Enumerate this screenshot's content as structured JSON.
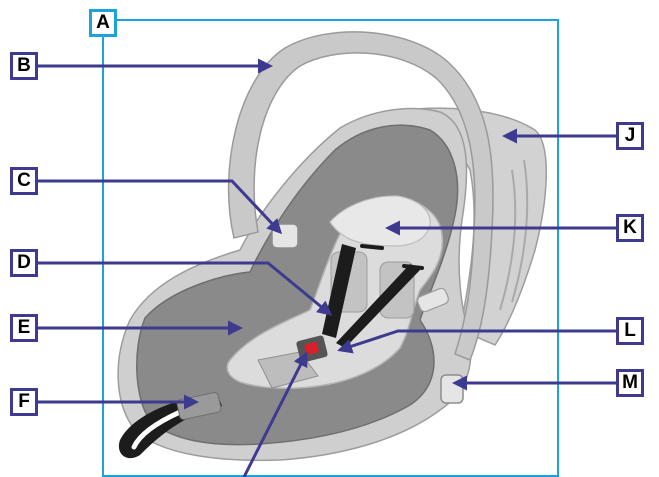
{
  "colors": {
    "leader_line": "#3d3a8f",
    "selection": "#1aa3dd",
    "shell": "#cdcdcd",
    "shell_dark": "#9d9d9d",
    "cushion": "#8a8a8a",
    "liner": "#dcdcdc",
    "strap": "#1c1c1c",
    "buckle_red": "#d6202c"
  },
  "labels": [
    {
      "id": "A",
      "text": "A"
    },
    {
      "id": "B",
      "text": "B"
    },
    {
      "id": "C",
      "text": "C"
    },
    {
      "id": "D",
      "text": "D"
    },
    {
      "id": "E",
      "text": "E"
    },
    {
      "id": "F",
      "text": "F"
    },
    {
      "id": "J",
      "text": "J"
    },
    {
      "id": "K",
      "text": "K"
    },
    {
      "id": "L",
      "text": "L"
    },
    {
      "id": "M",
      "text": "M"
    }
  ]
}
